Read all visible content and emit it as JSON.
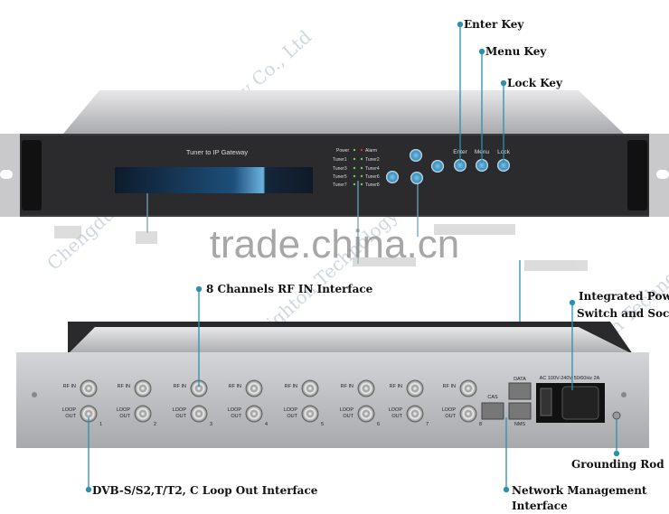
{
  "front_panel": {
    "title": "Tuner to IP Gateway",
    "leds": [
      "Power",
      "Alarm",
      "Tuner1",
      "Tuner2",
      "Tuner3",
      "Tuner4",
      "Tuner5",
      "Tuner6",
      "Tuner7",
      "Tuner8"
    ],
    "buttons": {
      "enter": "Enter",
      "menu": "Menu",
      "lock": "Lock"
    }
  },
  "rear_panel": {
    "rf_in_label": "RF IN",
    "loop_out_label": [
      "LOOP",
      "OUT"
    ],
    "channel_numbers": [
      "1",
      "2",
      "3",
      "4",
      "5",
      "6",
      "7",
      "8"
    ],
    "ports": {
      "cas": "CAS",
      "data": "DATA",
      "nms": "NMS"
    },
    "power_rating": "AC 100V-240V 50/60Hz 2A"
  },
  "annotations": {
    "enter_key": "Enter Key",
    "menu_key": "Menu Key",
    "lock_key": "Lock Key",
    "rf_in": "8 Channels RF IN Interface",
    "power": [
      "Integrated Power",
      "Switch and Socket"
    ],
    "grounding": "Grounding Rod",
    "loop_out": "DVB-S/S2,T/T2, C Loop Out Interface",
    "network": [
      "Network Management",
      "Interface"
    ]
  },
  "watermarks": {
    "site": "trade.china.cn",
    "company": "Chengdu Sighton Technology Co., Ltd"
  },
  "colors": {
    "leader": "#2a8fb0",
    "panel_black": "#2b2b2d",
    "chassis_silver": "#b9babd",
    "button": "#cfe6f3"
  }
}
